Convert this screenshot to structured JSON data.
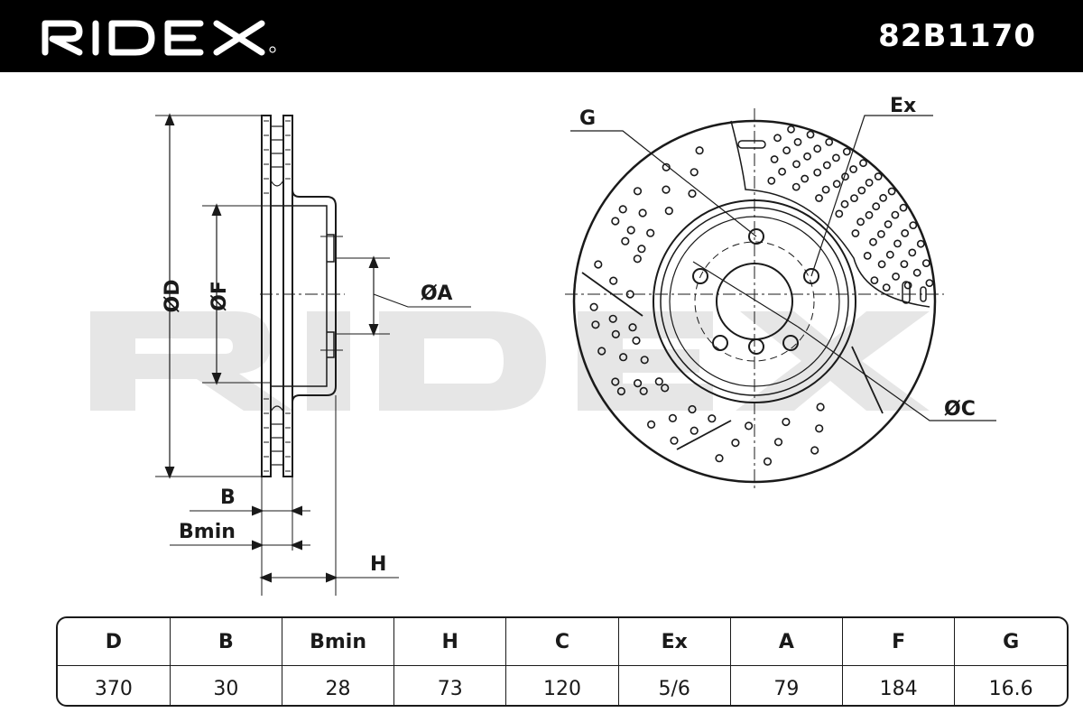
{
  "header": {
    "brand": "RIDEX",
    "part_number": "82B1170"
  },
  "drawing": {
    "side_labels": {
      "D": "ØD",
      "F": "ØF",
      "A": "ØA",
      "B": "B",
      "Bmin": "Bmin",
      "H": "H"
    },
    "front_labels": {
      "G": "G",
      "Ex": "Ex",
      "C": "ØC"
    },
    "watermark": "RIDEX",
    "colors": {
      "line": "#1a1a1a",
      "watermark": "#e6e6e6",
      "header_bg": "#000000"
    }
  },
  "spec_table": {
    "headers": [
      "D",
      "B",
      "Bmin",
      "H",
      "C",
      "Ex",
      "A",
      "F",
      "G"
    ],
    "values": [
      "370",
      "30",
      "28",
      "73",
      "120",
      "5/6",
      "79",
      "184",
      "16.6"
    ]
  }
}
